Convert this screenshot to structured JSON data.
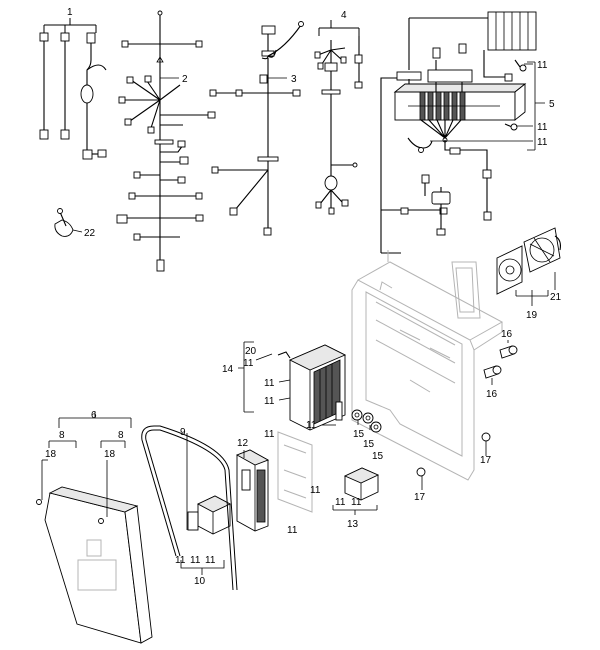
{
  "callouts": [
    {
      "key": "c1",
      "text": "1"
    },
    {
      "key": "c2",
      "text": "2"
    },
    {
      "key": "c3",
      "text": "3"
    },
    {
      "key": "c4",
      "text": "4"
    },
    {
      "key": "c5",
      "text": "5"
    },
    {
      "key": "c6",
      "text": "6"
    },
    {
      "key": "c8a",
      "text": "8"
    },
    {
      "key": "c8b",
      "text": "8"
    },
    {
      "key": "c9",
      "text": "9"
    },
    {
      "key": "c10",
      "text": "10"
    },
    {
      "key": "c11",
      "text": "11"
    },
    {
      "key": "c12",
      "text": "12"
    },
    {
      "key": "c13",
      "text": "13"
    },
    {
      "key": "c14",
      "text": "14"
    },
    {
      "key": "c15",
      "text": "15"
    },
    {
      "key": "c16",
      "text": "16"
    },
    {
      "key": "c17",
      "text": "17"
    },
    {
      "key": "c18",
      "text": "18"
    },
    {
      "key": "c19",
      "text": "19"
    },
    {
      "key": "c20",
      "text": "20"
    },
    {
      "key": "c21",
      "text": "21"
    },
    {
      "key": "c22",
      "text": "22"
    }
  ],
  "labels": {
    "n1": "1",
    "n2": "2",
    "n3": "3",
    "n4": "4",
    "n5": "5",
    "n6": "6",
    "n8": "8",
    "n9": "9",
    "n10": "10",
    "n11": "11",
    "n12": "12",
    "n13": "13",
    "n14": "14",
    "n15": "15",
    "n16": "16",
    "n17": "17",
    "n18": "18",
    "n19": "19",
    "n20": "20",
    "n21": "21",
    "n22": "22"
  }
}
